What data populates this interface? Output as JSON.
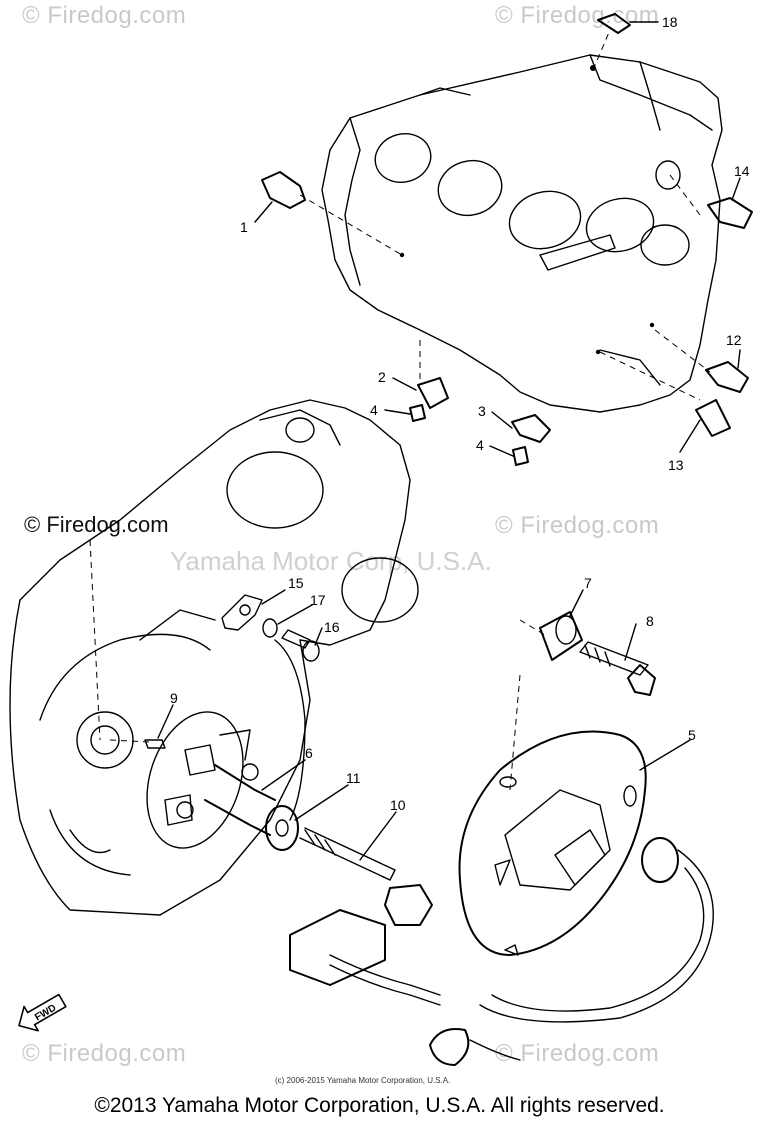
{
  "watermarks": {
    "top_left": "© Firedog.com",
    "top_right": "© Firedog.com",
    "mid_left": "© Firedog.com",
    "mid_right": "© Firedog.com",
    "bottom_left": "© Firedog.com",
    "bottom_right": "© Firedog.com",
    "center": "Yamaha Motor Corp, U.S.A."
  },
  "small_copyright": "(c) 2006-2015 Yamaha Motor Corporation, U.S.A.",
  "footer_copyright": "©2013 Yamaha Motor Corporation, U.S.A. All rights reserved.",
  "fwd_label": "FWD",
  "callouts": {
    "c1": "1",
    "c2": "2",
    "c3": "3",
    "c4a": "4",
    "c4b": "4",
    "c5": "5",
    "c6": "6",
    "c7": "7",
    "c8": "8",
    "c9": "9",
    "c10": "10",
    "c11": "11",
    "c12": "12",
    "c13": "13",
    "c14": "14",
    "c15": "15",
    "c16": "16",
    "c17": "17",
    "c18": "18"
  }
}
